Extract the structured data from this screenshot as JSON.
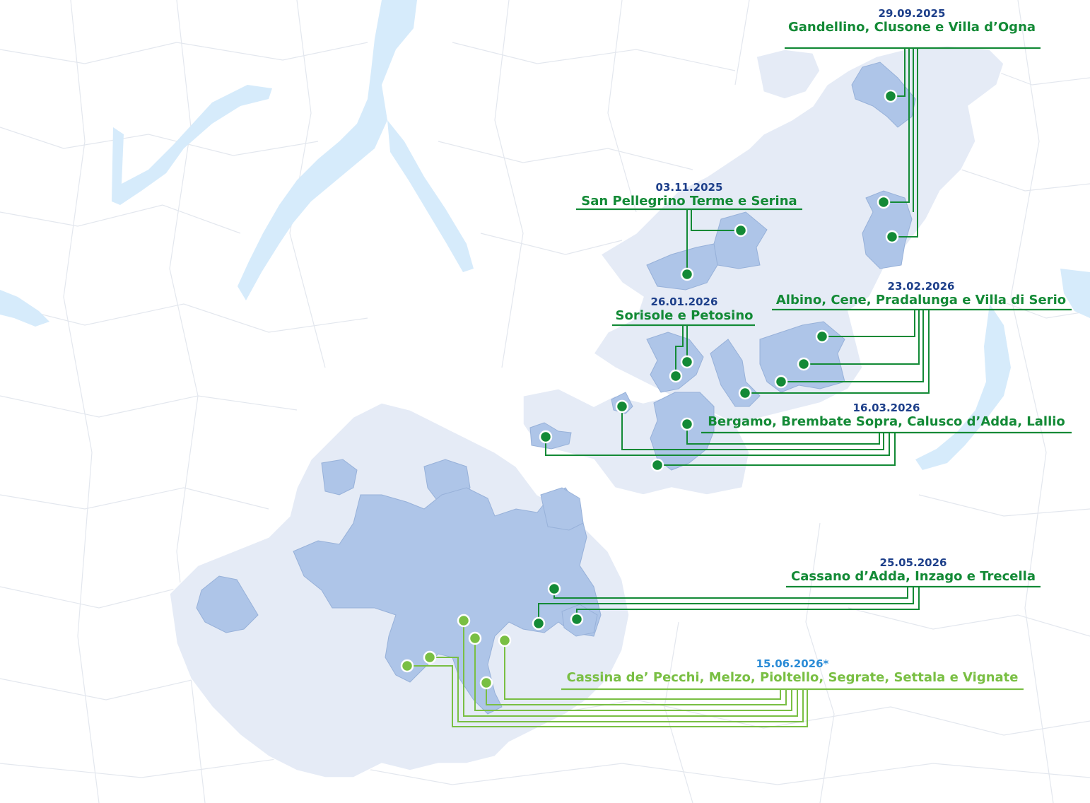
{
  "colors": {
    "water": "#d6ebfb",
    "region_light": "#e5ebf6",
    "region_mid": "#aec5e8",
    "border": "#c9cfd8",
    "line_dark": "#138a36",
    "line_light": "#79bf43",
    "date_dark": "#1d3f8a",
    "date_light": "#2a8bd6"
  },
  "marker_icon": "map-pin-dot-icon",
  "groups": [
    {
      "id": "g1",
      "date": "29.09.2025",
      "places": "Gandellino, Clusone e Villa d’Ogna",
      "style": "dark"
    },
    {
      "id": "g2",
      "date": "03.11.2025",
      "places": "San Pellegrino Terme e Serina",
      "style": "dark"
    },
    {
      "id": "g3",
      "date": "26.01.2026",
      "places": "Sorisole e Petosino",
      "style": "dark"
    },
    {
      "id": "g4",
      "date": "23.02.2026",
      "places": "Albino, Cene, Pradalunga e Villa di Serio",
      "style": "dark"
    },
    {
      "id": "g5",
      "date": "16.03.2026",
      "places": "Bergamo, Brembate Sopra, Calusco d’Adda, Lallio",
      "style": "dark"
    },
    {
      "id": "g6",
      "date": "25.05.2026",
      "places": "Cassano d’Adda, Inzago e Trecella",
      "style": "dark"
    },
    {
      "id": "g7",
      "date": "15.06.2026*",
      "places": "Cassina de’ Pecchi, Melzo, Pioltello, Segrate, Settala e Vignate",
      "style": "light"
    }
  ]
}
